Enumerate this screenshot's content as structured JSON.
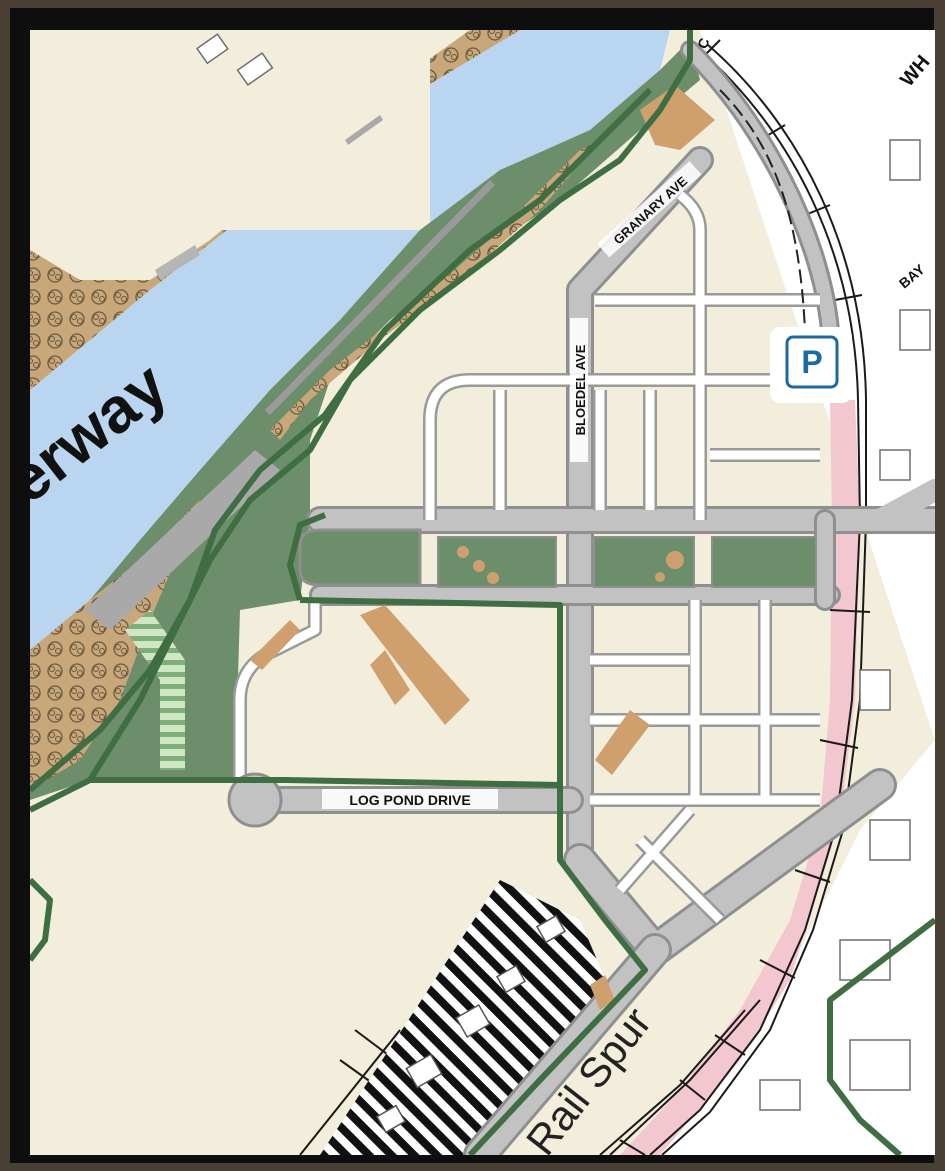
{
  "labels": {
    "waterway": "erway",
    "granary": "GRANARY AVE",
    "bloedel": "BLOEDEL AVE",
    "logpond": "LOG POND DRIVE",
    "railspur": "Rail Spur",
    "bay": "BAY",
    "top_cut": "C",
    "top_right_cut": "WH",
    "parking": "P"
  },
  "colors": {
    "land": "#f3eedb",
    "water": "#b9d5ef",
    "green": "#6c8e6a",
    "trail": "#3f6e43",
    "road": "#b8b8b8",
    "building": "#cfa06e",
    "rail_pink": "#f3c7cf",
    "dock": "#a9a9a9"
  }
}
